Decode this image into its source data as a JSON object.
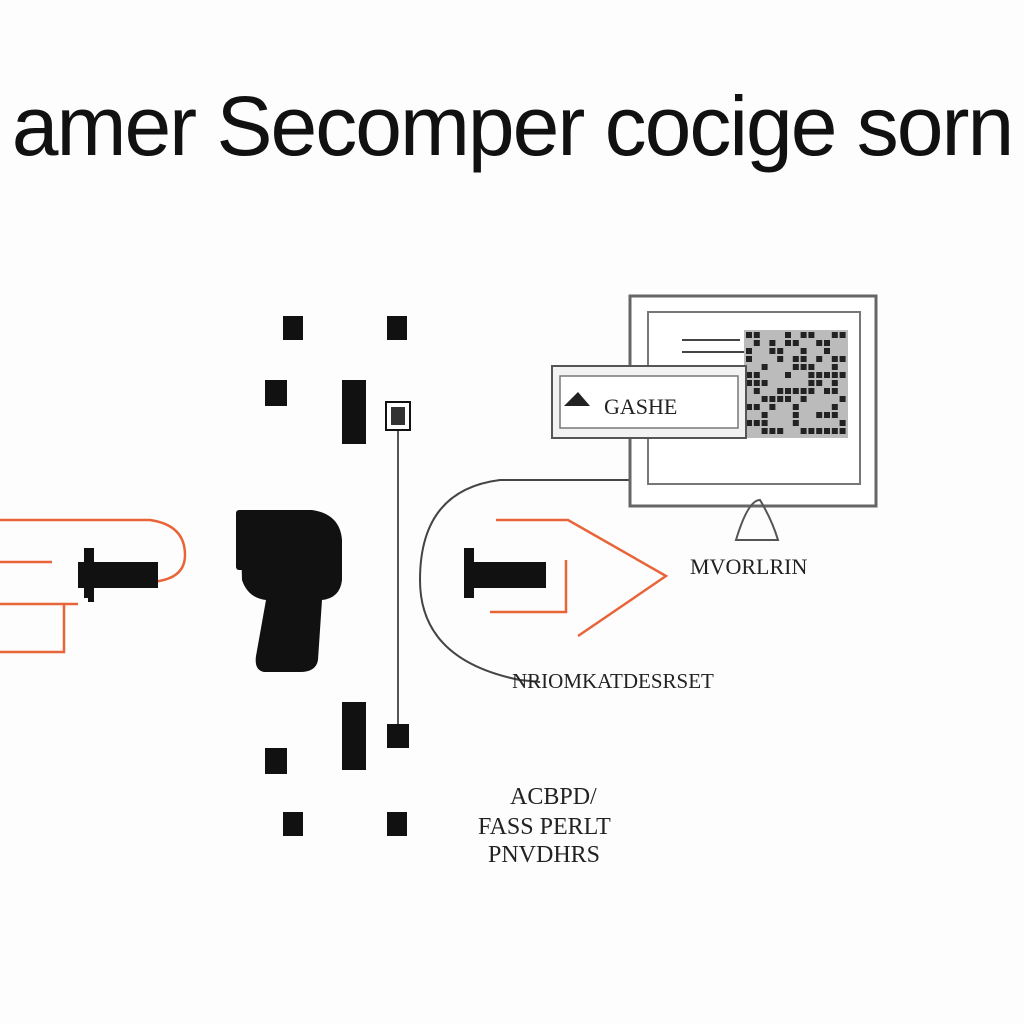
{
  "title": "amer Secomper cocige sorn",
  "labels": {
    "screen_badge": "GASHE",
    "monitor_caption": "MVORLRIN",
    "curve_caption": "NRIOMKATDESRSET",
    "bottom_line_1": "ACBPD/",
    "bottom_line_2": "FASS PERLT",
    "bottom_line_3": "PNVDHRS"
  },
  "colors": {
    "accent": "#e8653a",
    "ink": "#111111",
    "line": "#555555",
    "background": "#fdfdfd"
  },
  "icons": [
    "barcode-scanner-icon",
    "monitor-icon",
    "plug-icon"
  ]
}
